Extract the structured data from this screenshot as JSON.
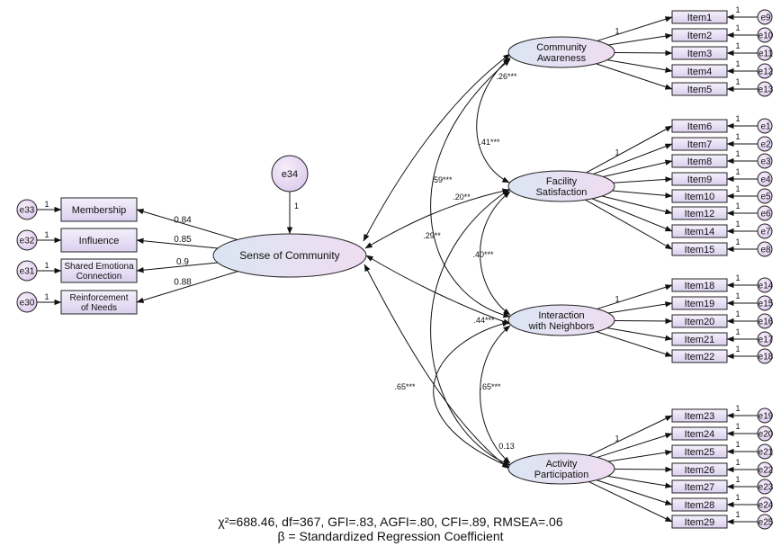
{
  "latent": {
    "soc": "Sense of Community",
    "ca": [
      "Community",
      "Awareness"
    ],
    "fs": [
      "Facility",
      "Satisfaction"
    ],
    "iwn": [
      "Interaction",
      "with Neighbors"
    ],
    "ap": [
      "Activity",
      "Participation"
    ]
  },
  "soc_indicators": [
    {
      "label": [
        "Membership"
      ],
      "error": "e33",
      "loading": "0.84"
    },
    {
      "label": [
        "Influence"
      ],
      "error": "e32",
      "loading": "0.85"
    },
    {
      "label": [
        "Shared Emotiona",
        "Connection"
      ],
      "error": "e31",
      "loading": "0.9"
    },
    {
      "label": [
        "Reinforcement",
        "of Needs"
      ],
      "error": "e30",
      "loading": "0.88"
    }
  ],
  "soc_disturbance": "e34",
  "items": {
    "ca": [
      {
        "label": "Item1",
        "error": "e9"
      },
      {
        "label": "Item2",
        "error": "e10"
      },
      {
        "label": "Item3",
        "error": "e11"
      },
      {
        "label": "Item4",
        "error": "e12"
      },
      {
        "label": "Item5",
        "error": "e13"
      }
    ],
    "fs": [
      {
        "label": "Item6",
        "error": "e1"
      },
      {
        "label": "Item7",
        "error": "e2"
      },
      {
        "label": "Item8",
        "error": "e3"
      },
      {
        "label": "Item9",
        "error": "e4"
      },
      {
        "label": "Item10",
        "error": "e5"
      },
      {
        "label": "Item12",
        "error": "e6"
      },
      {
        "label": "Item14",
        "error": "e7"
      },
      {
        "label": "Item15",
        "error": "e8"
      }
    ],
    "iwn": [
      {
        "label": "Item18",
        "error": "e14"
      },
      {
        "label": "Item19",
        "error": "e15"
      },
      {
        "label": "Item20",
        "error": "e16"
      },
      {
        "label": "Item21",
        "error": "e17"
      },
      {
        "label": "Item22",
        "error": "e18"
      }
    ],
    "ap": [
      {
        "label": "Item23",
        "error": "e19"
      },
      {
        "label": "Item24",
        "error": "e20"
      },
      {
        "label": "Item25",
        "error": "e21"
      },
      {
        "label": "Item26",
        "error": "e22"
      },
      {
        "label": "Item27",
        "error": "e23"
      },
      {
        "label": "Item28",
        "error": "e24"
      },
      {
        "label": "Item29",
        "error": "e25"
      }
    ]
  },
  "fixed_loading": "1",
  "coefficients": {
    "ca_soc": ".26***",
    "ca_fs": ".41***",
    "ca_iwn": ".59***",
    "fs_soc": ".20**",
    "fs_iwn": ".40***",
    "iwn_soc": ".29**",
    "iwn_soc_b": ".44***",
    "iwn_ap": ".65***",
    "ap_soc": ".65***",
    "fs_ap": "0.13"
  },
  "fit_indices": "χ²=688.46, df=367, GFI=.83, AGFI=.80, CFI=.89, RMSEA=.06",
  "beta_note": "β = Standardized Regression Coefficient",
  "colors": {
    "box_top": "#f2eefa",
    "box_bottom": "#dcd2ee",
    "oval_left": "#dde6f3",
    "oval_right": "#ecdcf1",
    "line": "#111111"
  }
}
